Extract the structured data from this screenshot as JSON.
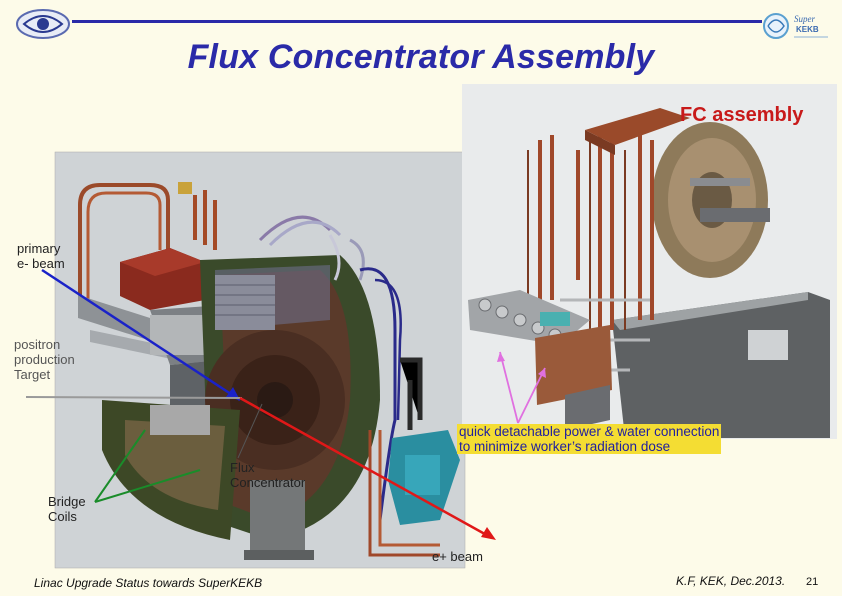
{
  "slide": {
    "title": "Flux Concentrator Assembly",
    "inset_label": "FC assembly",
    "labels": {
      "primary_beam": "primary\ne- beam",
      "target": "positron\nproduction\nTarget",
      "flux_concentrator": "Flux\nConcentrator",
      "bridge_coils": "Bridge\nCoils",
      "eplus_beam": "e+ beam"
    },
    "callout": "quick detachable power & water connection\nto minimize worker’s radiation dose",
    "footer_left": "Linac Upgrade Status towards SuperKEKB",
    "footer_right": "K.F, KEK, Dec.2013.",
    "page_number": "21",
    "logo_text": [
      "Super",
      "KEKB"
    ]
  },
  "colors": {
    "title": "#2a2aa8",
    "accent_red": "#c81a1a",
    "callout_bg": "#f4dd33",
    "beam_blue": "#1a22c8",
    "beam_red": "#e01818",
    "arrow_green": "#1a8c2a",
    "pointer_pink": "#e070e0"
  }
}
